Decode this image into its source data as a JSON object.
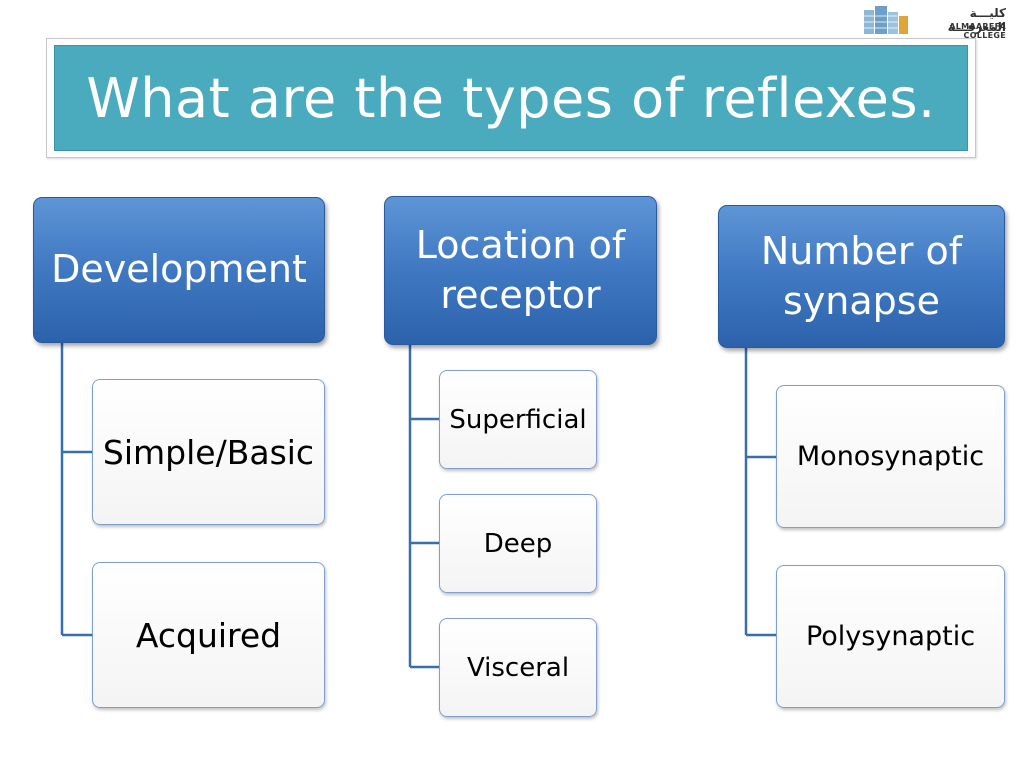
{
  "logo": {
    "arabic": "كليـــة المعرفـــة",
    "english": "ALMAAREFA COLLEGE"
  },
  "title": "What are the types of reflexes.",
  "columns": [
    {
      "heading": "Development",
      "children": [
        "Simple/Basic",
        "Acquired"
      ]
    },
    {
      "heading": "Location of receptor",
      "children": [
        "Superficial",
        "Deep",
        "Visceral"
      ]
    },
    {
      "heading": "Number of synapse",
      "children": [
        "Monosynaptic",
        "Polysynaptic"
      ]
    }
  ],
  "colors": {
    "title_bg": "#4aaabe",
    "heading_bg": "#3f78c2",
    "connector": "#3a6fae"
  }
}
